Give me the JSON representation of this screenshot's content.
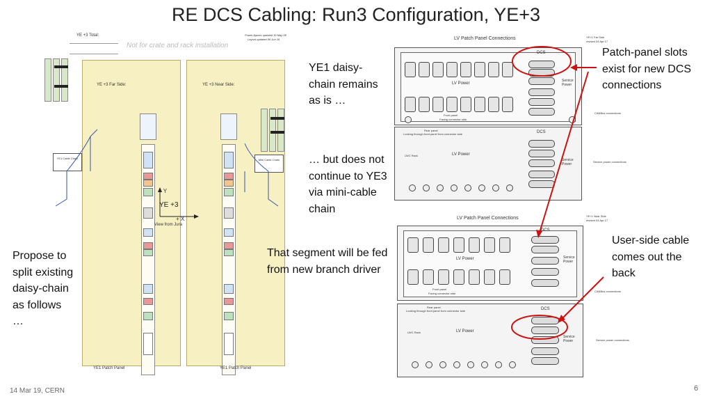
{
  "slide": {
    "title": "RE DCS Cabling: Run3 Configuration, YE+3",
    "footer_date": "14 Mar 19, CERN",
    "page_number": "6"
  },
  "notes": {
    "ye1_daisy": "YE1 daisy-chain remains as is …",
    "not_continue": "… but does not continue to YE3 via mini-cable chain",
    "segment_fed": "That segment will be fed from new branch driver",
    "propose": "Propose to split existing daisy-chain as follows …",
    "patch_panel_slots": "Patch-panel slots exist for new DCS connections",
    "user_side_cable": "User-side cable comes out the back"
  },
  "left_diagram": {
    "header": "YE +3 Total:",
    "power_note_1": "Power figures updated 30 May 08",
    "power_note_2": "Layout updated 06 Jun 16",
    "watermark": "Not for crate and rack installation",
    "far_side": "YE +3 Far Side:",
    "near_side": "YE +3 Near Side:",
    "axis_y": "+ Y",
    "axis_x": "+ X",
    "label_ye3": "YE +3",
    "view_from": "View from Jura",
    "patch_left": "YE1 Patch Panel",
    "patch_right": "YE1 Patch Panel",
    "ye1_cable_chain": "YE1 Cable Chain",
    "mini_cable_chain": "Mini Cable Chain"
  },
  "right_diagram": {
    "top_title": "LV Patch Panel Connections",
    "bottom_title": "LV Patch Panel Connections",
    "ye1_far_side": "YE+1 Far Side",
    "ye1_far_rev": "revised 04 Apr 17",
    "ye1_near_side": "YE+1 Near Side",
    "ye1_near_rev": "revised 04 Apr 17",
    "dcs": "DCS",
    "lv_power": "LV Power",
    "service_power": "Service Power",
    "front_panel": "Front panel",
    "facing_connector": "Facing connector side",
    "rear_panel": "Rear panel",
    "looking_through": "Looking through front panel from connector side",
    "canbus": "CANBus connections",
    "service_power_conn": "Service power connections",
    "lwc_rack": "LWC Rack"
  },
  "colors": {
    "arrow_red": "#cc1111",
    "circle_red": "#cc1111",
    "rack_yellow": "#f6f0c2",
    "cable_blue": "#3355aa"
  }
}
